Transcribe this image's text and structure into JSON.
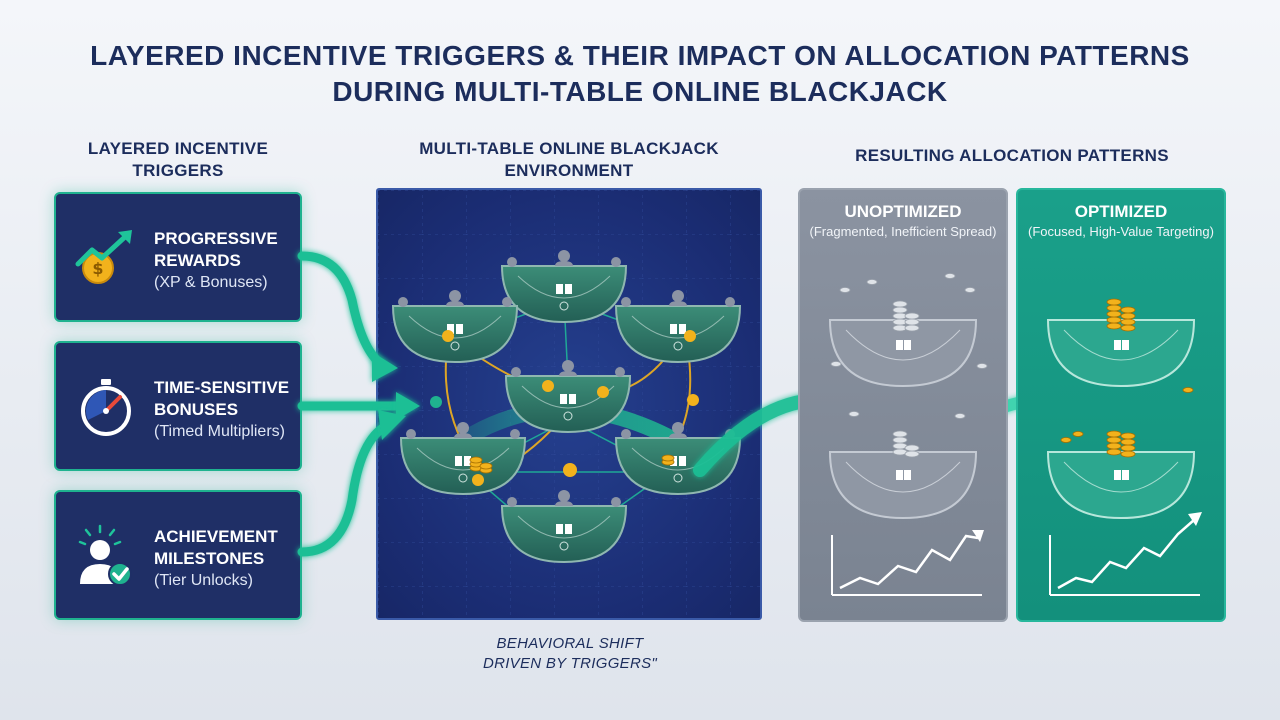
{
  "title": {
    "line1": "LAYERED INCENTIVE TRIGGERS & THEIR IMPACT ON ALLOCATION PATTERNS",
    "line2": "DURING MULTI-TABLE ONLINE BLACKJACK"
  },
  "columns": {
    "triggers": {
      "line1": "LAYERED INCENTIVE",
      "line2": "TRIGGERS"
    },
    "environment": {
      "line1": "MULTI-TABLE ONLINE BLACKJACK",
      "line2": "ENVIRONMENT"
    },
    "results": "RESULTING ALLOCATION PATTERNS"
  },
  "triggers": [
    {
      "title1": "PROGRESSIVE",
      "title2": "REWARDS",
      "subtitle": "(XP & Bonuses)",
      "icon": "trend-coin-icon"
    },
    {
      "title1": "TIME-SENSITIVE",
      "title2": "BONUSES",
      "subtitle": "(Timed Multipliers)",
      "icon": "stopwatch-icon"
    },
    {
      "title1": "ACHIEVEMENT",
      "title2": "MILESTONES",
      "subtitle": "(Tier Unlocks)",
      "icon": "user-check-icon"
    }
  ],
  "patterns": {
    "unoptimized": {
      "title": "UNOPTIMIZED",
      "subtitle": "(Fragmented, Inefficient Spread)"
    },
    "optimized": {
      "title": "OPTIMIZED",
      "subtitle": "(Focused, High-Value Targeting)"
    }
  },
  "caption": {
    "line1": "BEHAVIORAL SHIFT",
    "line2": "DRIVEN BY TRIGGERS\""
  },
  "colors": {
    "navy": "#1f2f66",
    "teal": "#1fb28f",
    "gold": "#f2b21c",
    "slate": "#7a8391",
    "table_felt": "#2f7f6c"
  }
}
